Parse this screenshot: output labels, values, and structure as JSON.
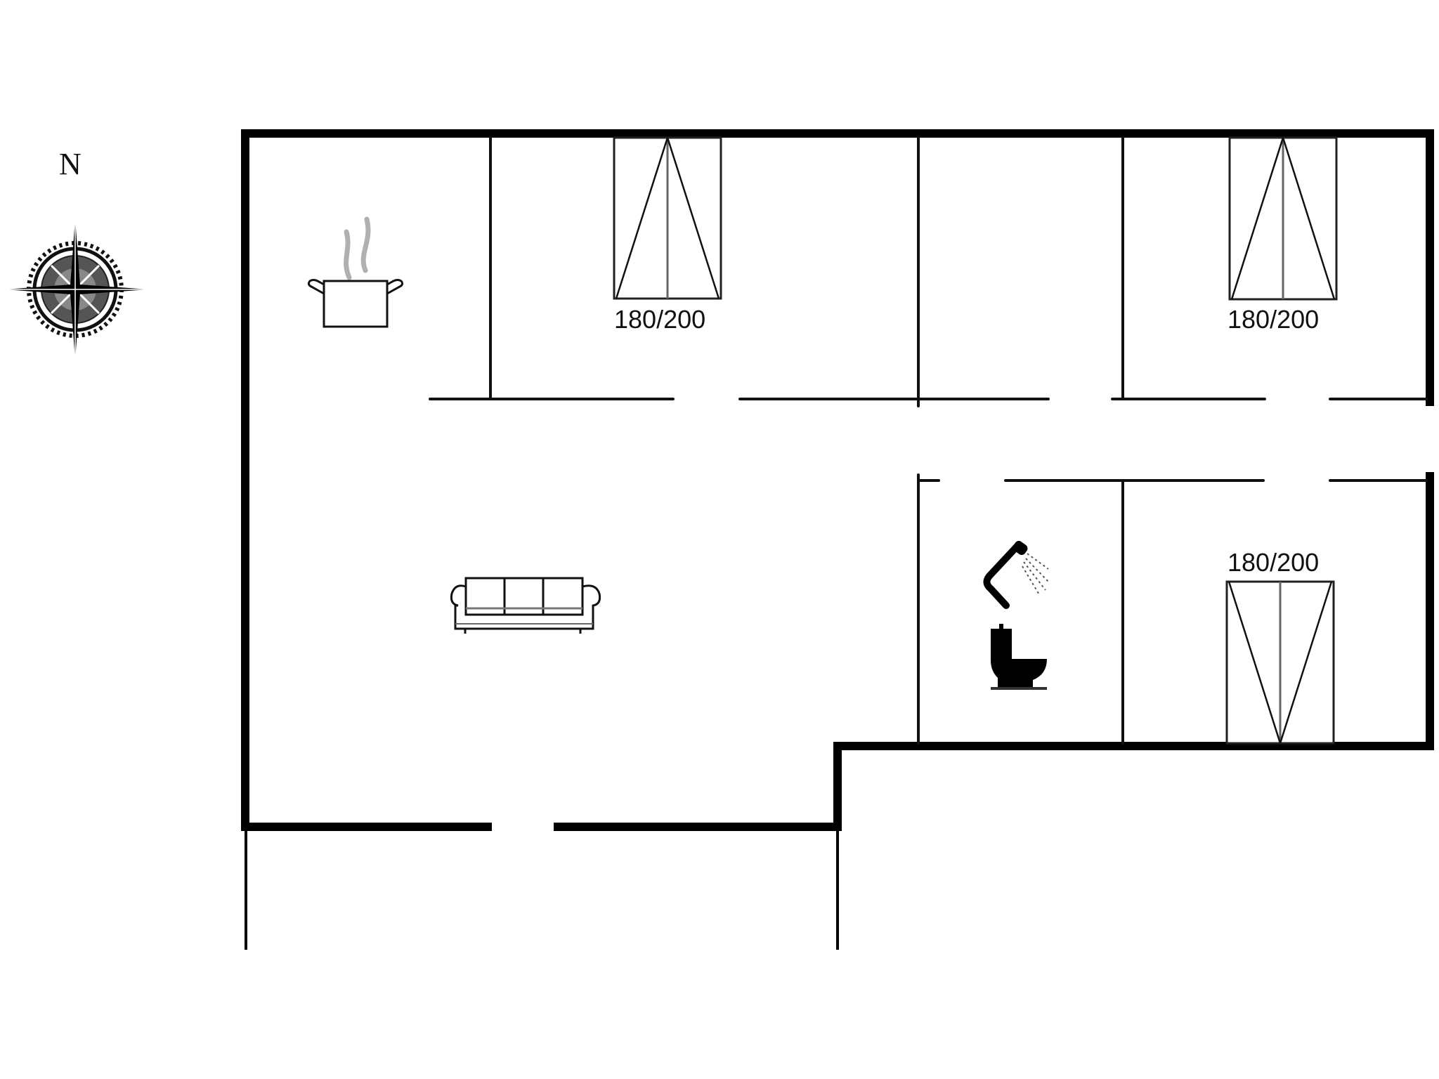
{
  "compass": {
    "north_label": "N",
    "icon": "compass-rose-icon"
  },
  "rooms": {
    "kitchen": {
      "icon": "cooking-pot-icon"
    },
    "living_room": {
      "icon": "sofa-icon"
    },
    "bathroom": {
      "icons": [
        "shower-icon",
        "toilet-icon"
      ]
    },
    "bedrooms": [
      {
        "name": "bedroom-1",
        "bed_size": "180/200",
        "icon": "double-bed-icon"
      },
      {
        "name": "bedroom-2",
        "bed_size": "180/200",
        "icon": "double-bed-icon"
      },
      {
        "name": "bedroom-3",
        "bed_size": "180/200",
        "icon": "double-bed-icon"
      }
    ]
  },
  "colors": {
    "wall": "#000000",
    "background": "#ffffff",
    "steam": "#b0b0b0"
  }
}
